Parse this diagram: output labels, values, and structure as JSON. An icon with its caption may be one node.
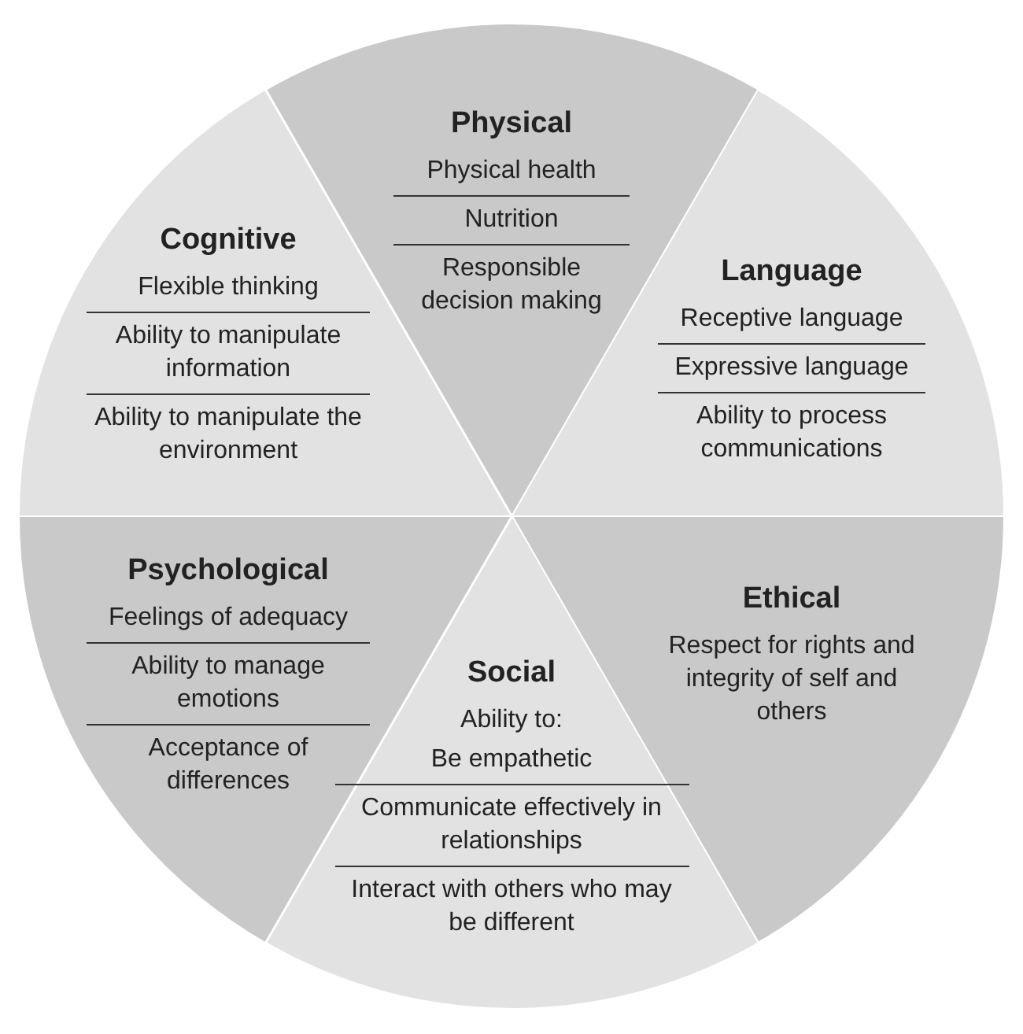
{
  "diagram": {
    "nodes": [
      {
        "text": [
          "Physical",
          "Physical health",
          "Nutrition",
          "Responsible decision making"
        ]
      },
      {
        "text": [
          "Cognitive",
          "Flexible thinking",
          "Ability to manipulate information",
          "Ability to manipulate the environment"
        ]
      },
      {
        "text": [
          "Language",
          "Receptive language",
          "Expressive language",
          "Ability to process communications"
        ]
      },
      {
        "text": [
          "Psychological",
          "Feelings of adequacy",
          "Ability to manage emotions",
          "Acceptance of differences"
        ]
      },
      {
        "text": [
          "Ethical",
          "Respect for rights and integrity of self and others"
        ]
      },
      {
        "text": [
          "Social",
          "Ability to:",
          "Be empathetic",
          "Communicate effectively in relationships",
          "Interact with others who may be different"
        ]
      }
    ]
  }
}
